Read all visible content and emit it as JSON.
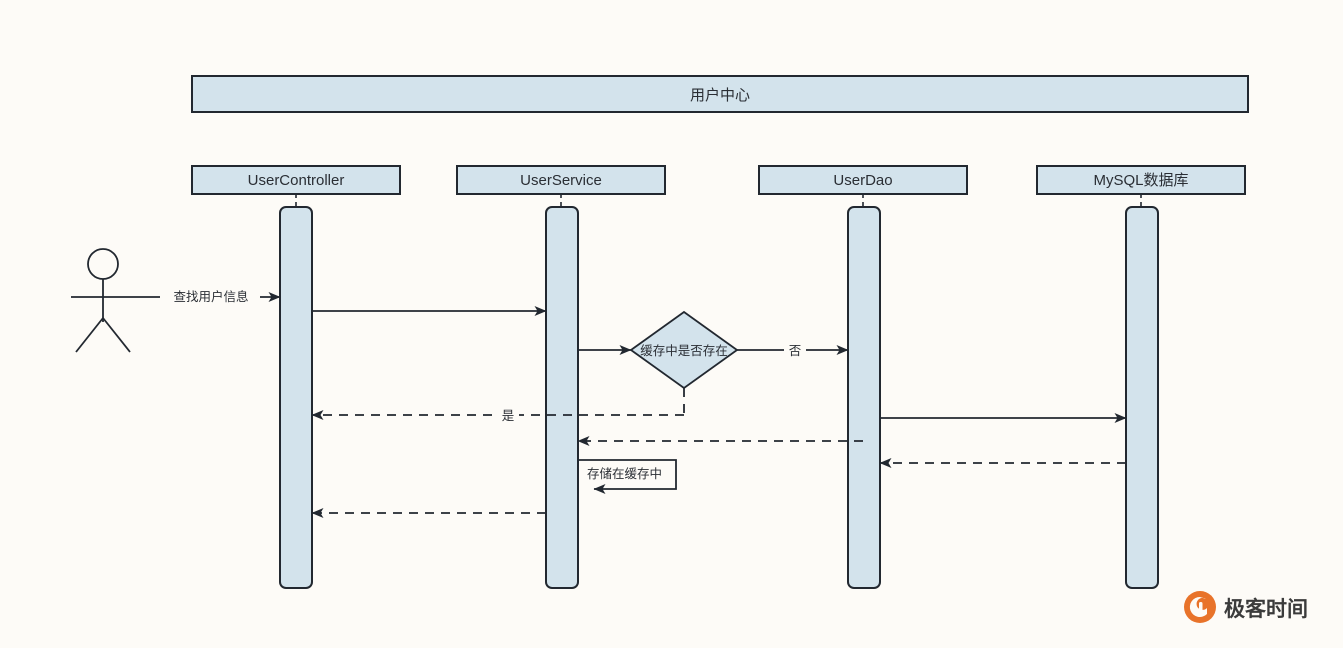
{
  "diagram": {
    "type": "uml-sequence-diagram",
    "background_color": "#fdfbf7",
    "box_fill_color": "#d3e3ec",
    "stroke_color": "#222830",
    "title_bar": {
      "label": "用户中心"
    },
    "actor": {
      "name": "actor-stick-figure",
      "label": ""
    },
    "participants": [
      {
        "id": "controller",
        "label": "UserController"
      },
      {
        "id": "service",
        "label": "UserService"
      },
      {
        "id": "dao",
        "label": "UserDao"
      },
      {
        "id": "db",
        "label": "MySQL数据库"
      }
    ],
    "decision": {
      "label": "缓存中是否存在",
      "yes_label": "是",
      "no_label": "否"
    },
    "messages": [
      {
        "id": "m1",
        "label": "查找用户信息",
        "from": "actor",
        "to": "controller",
        "style": "solid"
      },
      {
        "id": "m2",
        "label": "",
        "from": "controller",
        "to": "service",
        "style": "solid"
      },
      {
        "id": "m3",
        "label": "",
        "from": "service",
        "to": "decision",
        "style": "solid"
      },
      {
        "id": "m4",
        "label": "否",
        "from": "decision",
        "to": "dao",
        "style": "solid"
      },
      {
        "id": "m5",
        "label": "是",
        "from": "decision",
        "to": "controller",
        "style": "dashed"
      },
      {
        "id": "m6",
        "label": "",
        "from": "dao",
        "to": "db",
        "style": "solid"
      },
      {
        "id": "m7",
        "label": "",
        "from": "dao",
        "to": "service",
        "style": "dashed"
      },
      {
        "id": "m8",
        "label": "",
        "from": "db",
        "to": "dao",
        "style": "dashed"
      },
      {
        "id": "m9",
        "label": "存储在缓存中",
        "from": "service",
        "to": "service",
        "style": "self-solid"
      },
      {
        "id": "m10",
        "label": "",
        "from": "service",
        "to": "controller",
        "style": "dashed"
      }
    ],
    "watermark": {
      "label": "极客时间",
      "icon": "geektime-logo-icon",
      "accent_color": "#e8732a"
    }
  }
}
